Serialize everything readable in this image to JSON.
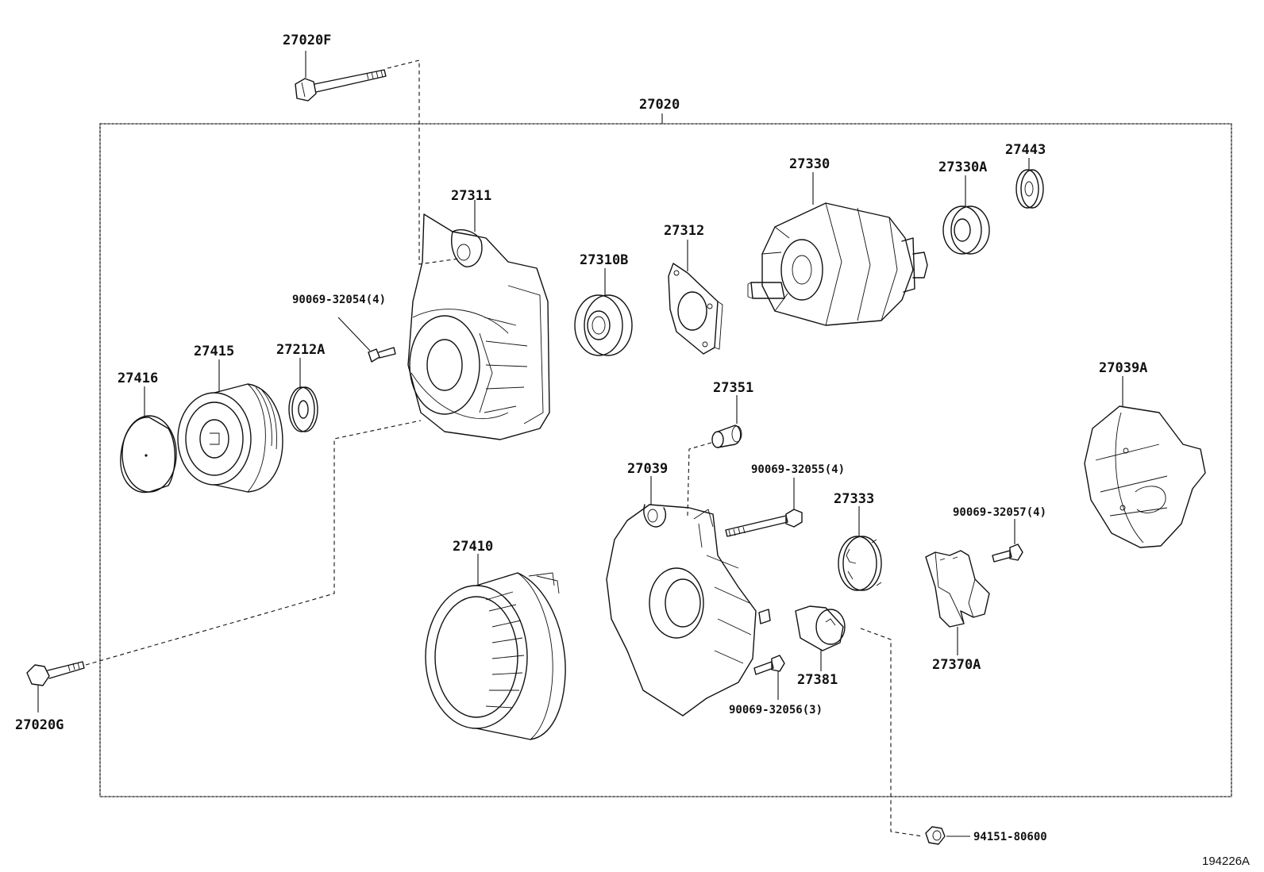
{
  "diagram": {
    "assembly_label": "27020",
    "reference_code": "194226A",
    "parts": {
      "bolt_f": "27020F",
      "bolt_g": "27020G",
      "front_frame": "27311",
      "front_bearing": "27310B",
      "retainer_plate": "27312",
      "rotor": "27330",
      "rear_bearing": "27330A",
      "bearing_cover": "27443",
      "screw_front": "90069-32054(4)",
      "pulley_cap": "27416",
      "pulley": "27415",
      "spacer_collar": "27212A",
      "insulator": "27351",
      "rectifier_end_frame": "27039",
      "through_bolt": "90069-32055(4)",
      "brush_holder_cover": "27333",
      "terminal_insulator": "27381",
      "screw_rear": "90069-32056(3)",
      "stator": "27410",
      "rear_end_cover": "27039A",
      "screw_regulator": "90069-32057(4)",
      "regulator": "27370A",
      "nut": "94151-80600"
    }
  }
}
